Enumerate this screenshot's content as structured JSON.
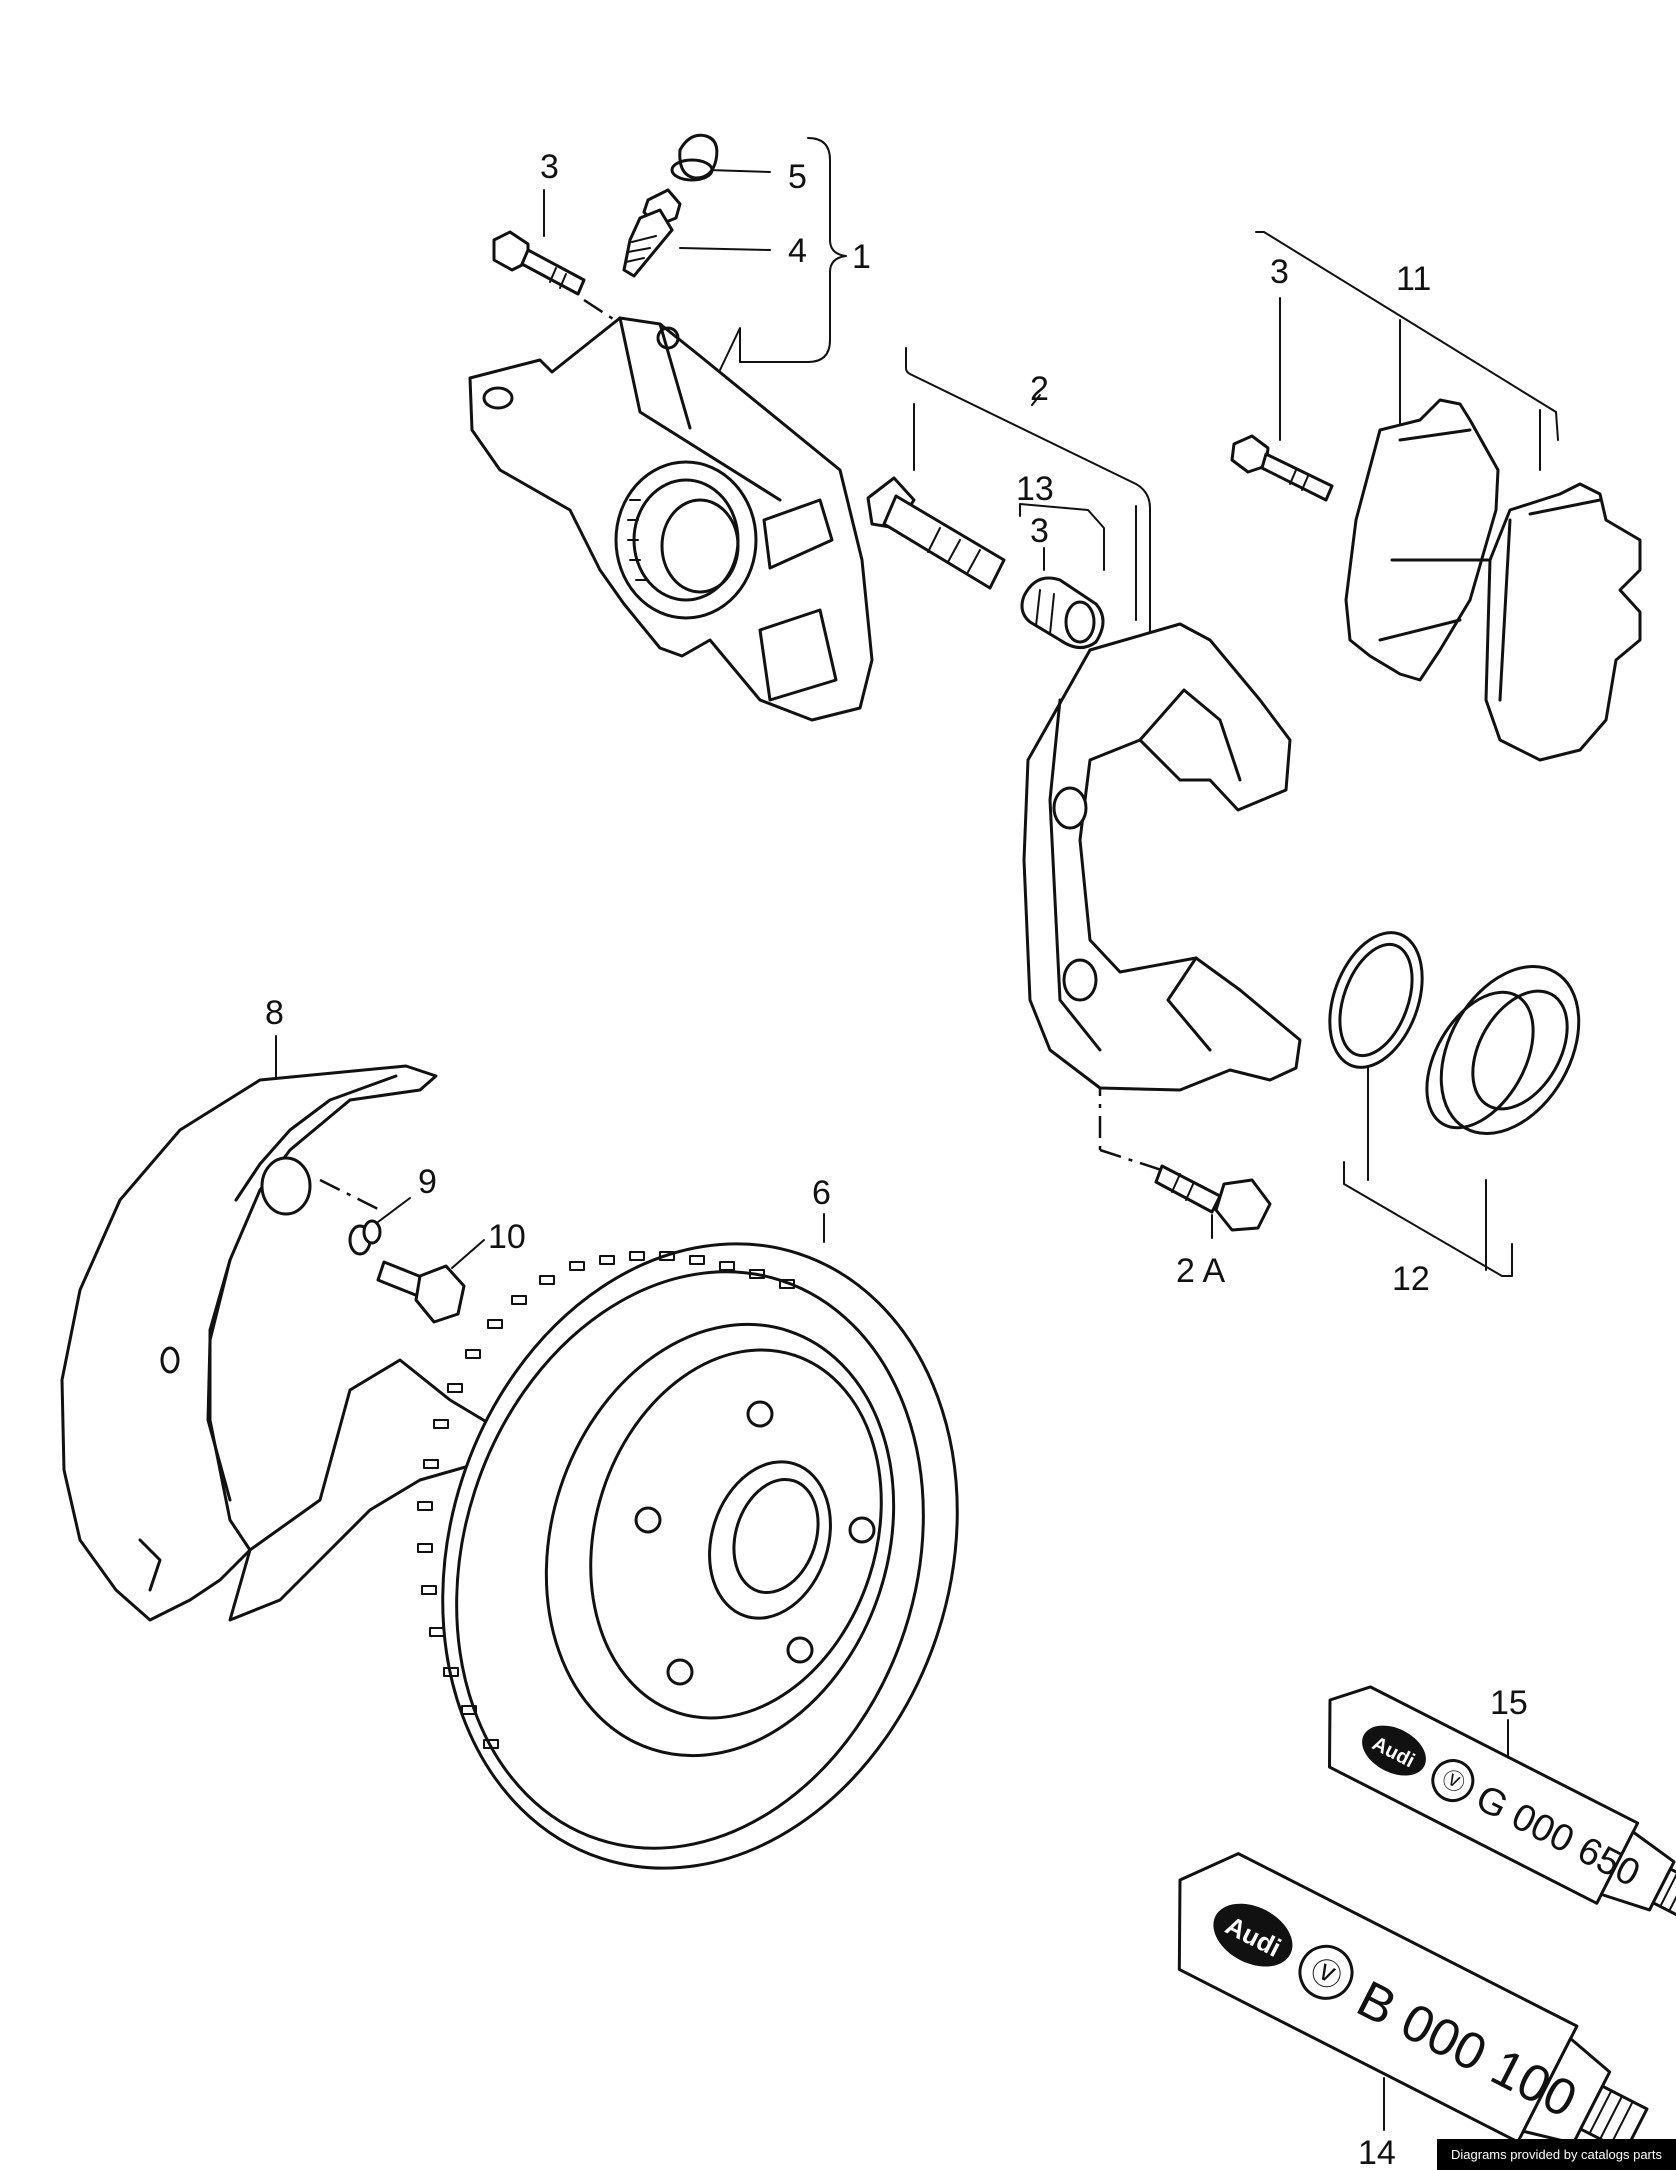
{
  "callouts": {
    "c1": "1",
    "c2": "2",
    "c2a": "2 A",
    "c3a": "3",
    "c3b": "3",
    "c3c": "3",
    "c4": "4",
    "c5": "5",
    "c6": "6",
    "c8": "8",
    "c9": "9",
    "c10": "10",
    "c11": "11",
    "c12": "12",
    "c13": "13",
    "c14": "14",
    "c15": "15"
  },
  "tubes": {
    "upper": {
      "brand": "Audi",
      "code": "G 000 650"
    },
    "lower": {
      "brand": "Audi",
      "code": "B 000 100"
    }
  },
  "credit": "Diagrams provided by catalogs parts"
}
